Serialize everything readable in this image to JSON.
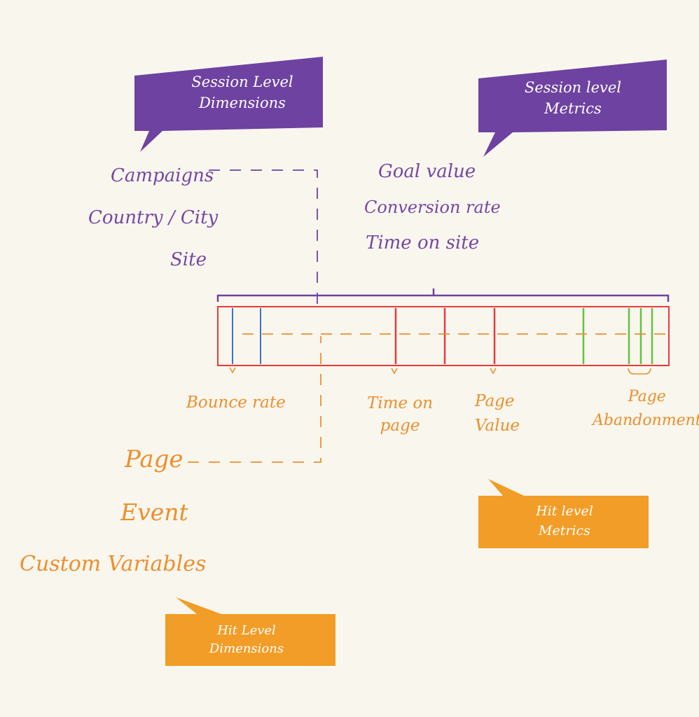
{
  "colors": {
    "purple": "#6e42a0",
    "purple_text": "#7448a2",
    "orange": "#f29d27",
    "orange_text": "#ec8f2c",
    "red": "#e63b3b",
    "blue": "#3b73c8",
    "green": "#62c243",
    "background": "#f9f6ee"
  },
  "callouts": {
    "session_dimensions": {
      "line1": "Session Level",
      "line2": "Dimensions"
    },
    "session_metrics": {
      "line1": "Session level",
      "line2": "Metrics"
    },
    "hit_metrics": {
      "line1": "Hit level",
      "line2": "Metrics"
    },
    "hit_dimensions": {
      "line1": "Hit Level",
      "line2": "Dimensions"
    }
  },
  "session_dimensions": {
    "campaigns": "Campaigns",
    "country_city": "Country / City",
    "site": "Site"
  },
  "session_metrics": {
    "goal_value": "Goal value",
    "conversion_rate": "Conversion rate",
    "time_on_site": "Time on site"
  },
  "hit_metrics": {
    "bounce_rate": "Bounce rate",
    "time_on_page_1": "Time on",
    "time_on_page_2": "page",
    "page_value_1": "Page",
    "page_value_2": "Value",
    "page_abandonment_1": "Page",
    "page_abandonment_2": "Abandonment"
  },
  "hit_dimensions": {
    "page": "Page",
    "event": "Event",
    "custom_variables": "Custom Variables"
  }
}
